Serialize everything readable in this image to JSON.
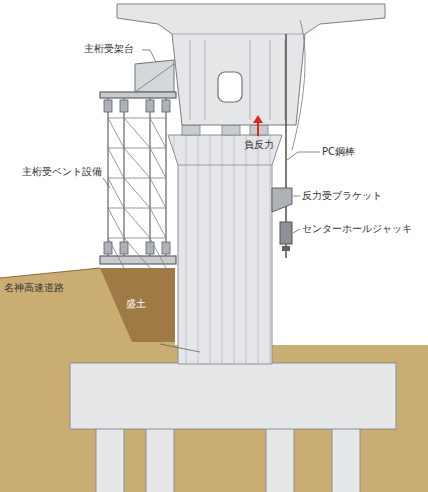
{
  "diagram": {
    "labels": [
      "主桁受架台",
      "PC鋼棒",
      "負反力",
      "反力受ブラケット",
      "センターホールジャッキ",
      "主桁受ベント設備",
      "名神高速道路",
      "盛土"
    ]
  }
}
